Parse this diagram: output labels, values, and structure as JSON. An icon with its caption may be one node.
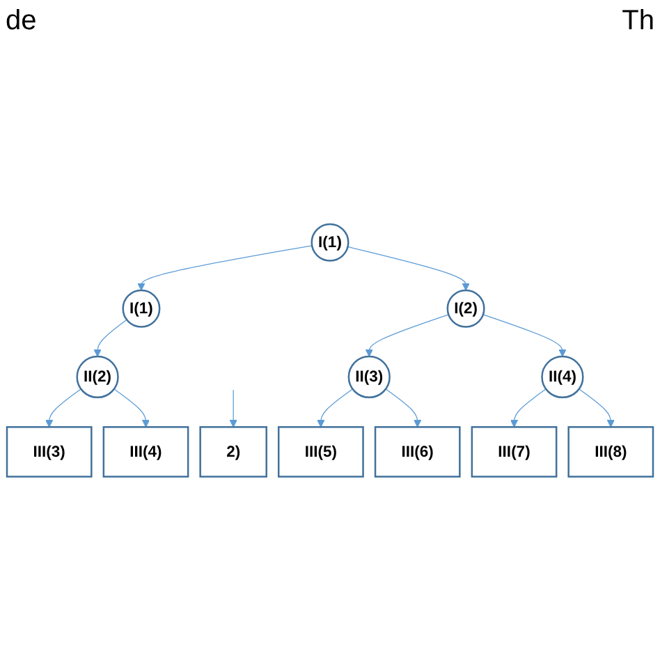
{
  "diagram": {
    "nodes": [
      {
        "text": [
          "I(1)"
        ]
      },
      {
        "text": [
          "I(1)"
        ]
      },
      {
        "text": [
          "I(2)"
        ]
      },
      {
        "text": [
          "II(2)"
        ]
      },
      {
        "text": [
          "II(3)"
        ]
      },
      {
        "text": [
          "II(4)"
        ]
      },
      {
        "text": [
          "2)"
        ]
      },
      {
        "text": [
          "III(3)"
        ]
      },
      {
        "text": [
          "III(4)"
        ]
      },
      {
        "text": [
          "III(5)"
        ]
      },
      {
        "text": [
          "III(6)"
        ]
      },
      {
        "text": [
          "III(7)"
        ]
      },
      {
        "text": [
          "III(8)"
        ]
      }
    ],
    "edges": [
      {
        "from": 0,
        "to": 1,
        "arrow": "to"
      },
      {
        "from": 0,
        "to": 2,
        "arrow": "to"
      },
      {
        "from": 1,
        "to": 3,
        "arrow": "to"
      },
      {
        "from": 2,
        "to": 4,
        "arrow": "to"
      },
      {
        "from": 2,
        "to": 5,
        "arrow": "to"
      },
      {
        "from": null,
        "to": 6,
        "arrow": "to"
      },
      {
        "from": 3,
        "to": 7,
        "arrow": "to"
      },
      {
        "from": 3,
        "to": 8,
        "arrow": "to"
      },
      {
        "from": 4,
        "to": 9,
        "arrow": "to"
      },
      {
        "from": 4,
        "to": 10,
        "arrow": "to"
      },
      {
        "from": 5,
        "to": 11,
        "arrow": "to"
      },
      {
        "from": 5,
        "to": 12,
        "arrow": "to"
      }
    ],
    "labels": [
      "de",
      "Th"
    ]
  }
}
